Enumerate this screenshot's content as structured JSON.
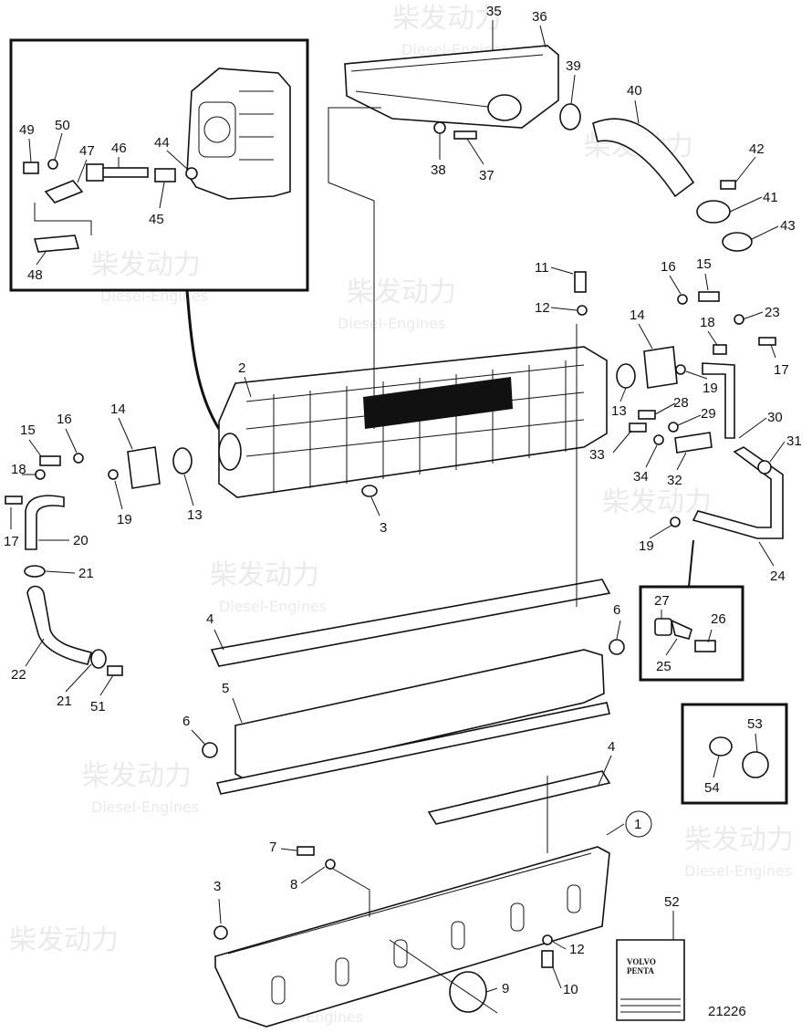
{
  "drawing_number": "21226",
  "brand_box": {
    "line1": "VOLVO",
    "line2": "PENTA"
  },
  "watermark": {
    "cn": "柴发动力",
    "en": "Diesel-Engines"
  },
  "callouts": [
    "1",
    "2",
    "3",
    "3",
    "4",
    "4",
    "5",
    "6",
    "6",
    "7",
    "8",
    "9",
    "10",
    "11",
    "12",
    "12",
    "13",
    "13",
    "14",
    "14",
    "15",
    "15",
    "16",
    "16",
    "17",
    "17",
    "18",
    "18",
    "19",
    "19",
    "19",
    "20",
    "21",
    "21",
    "22",
    "23",
    "24",
    "25",
    "26",
    "27",
    "28",
    "29",
    "30",
    "31",
    "32",
    "33",
    "34",
    "35",
    "36",
    "37",
    "38",
    "39",
    "40",
    "41",
    "42",
    "43",
    "44",
    "45",
    "46",
    "47",
    "48",
    "49",
    "50",
    "51",
    "52",
    "53",
    "54"
  ]
}
